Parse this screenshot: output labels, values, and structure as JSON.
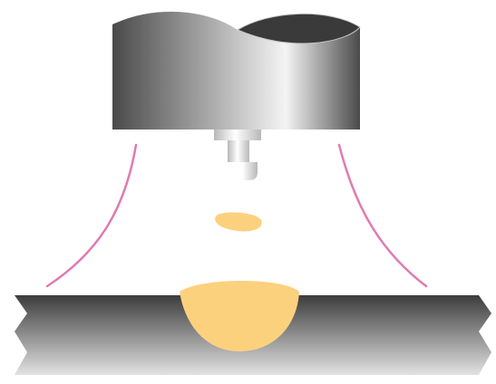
{
  "diagram": {
    "colors": {
      "background": "#ffffff",
      "electrode_dark": "#4a4a4a",
      "electrode_light": "#f4f4f4",
      "electrode_top_cavity": "#3a3a3a",
      "electrode_top_rim": "#c8c8c8",
      "nozzle_stem": "#d0d0d0",
      "nozzle_tip_light": "#ffffff",
      "nozzle_tip_shade": "#b8b8b8",
      "droplet": "#fcd17e",
      "weld_pool": "#fcd17e",
      "arc_glow": "#e07bb0",
      "workpiece_dark": "#3c3c3c",
      "workpiece_light": "#e2e2e2"
    },
    "components": [
      {
        "id": "electrode-holder",
        "icon": "cylinder"
      },
      {
        "id": "electrode-tip",
        "icon": "nozzle"
      },
      {
        "id": "metal-droplet",
        "icon": "droplet"
      },
      {
        "id": "arc-boundary-left",
        "icon": "arc-curve"
      },
      {
        "id": "arc-boundary-right",
        "icon": "arc-curve"
      },
      {
        "id": "workpiece-plate",
        "icon": "plate-break-edges"
      },
      {
        "id": "weld-pool",
        "icon": "molten-pool"
      }
    ]
  }
}
